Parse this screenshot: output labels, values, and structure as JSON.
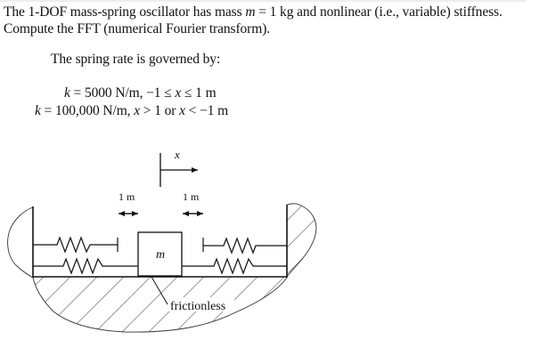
{
  "problem": {
    "line1_a": "The 1-DOF mass-spring oscillator has mass ",
    "line1_var": "m",
    "line1_b": " = 1 kg and nonlinear (i.e., variable) stiffness.",
    "line2": "Compute the FFT (numerical Fourier transform).",
    "line3": "The spring rate is governed by:",
    "eq1_k": "k",
    "eq1_rest": " = 5000  N/m,  −1 ≤ ",
    "eq1_x": "x",
    "eq1_end": " ≤ 1 m",
    "eq2_k": "k",
    "eq2_rest": " = 100,000  N/m,  ",
    "eq2_x1": "x",
    "eq2_mid": " > 1  or  ",
    "eq2_x2": "x",
    "eq2_end": " < −1 m"
  },
  "diagram": {
    "displacement_label": "x",
    "gap_left_label": "1 m",
    "gap_right_label": "1 m",
    "mass_label": "m",
    "surface_label": "frictionless",
    "line_color": "#111111",
    "hatch_color": "#9a9a9a"
  }
}
